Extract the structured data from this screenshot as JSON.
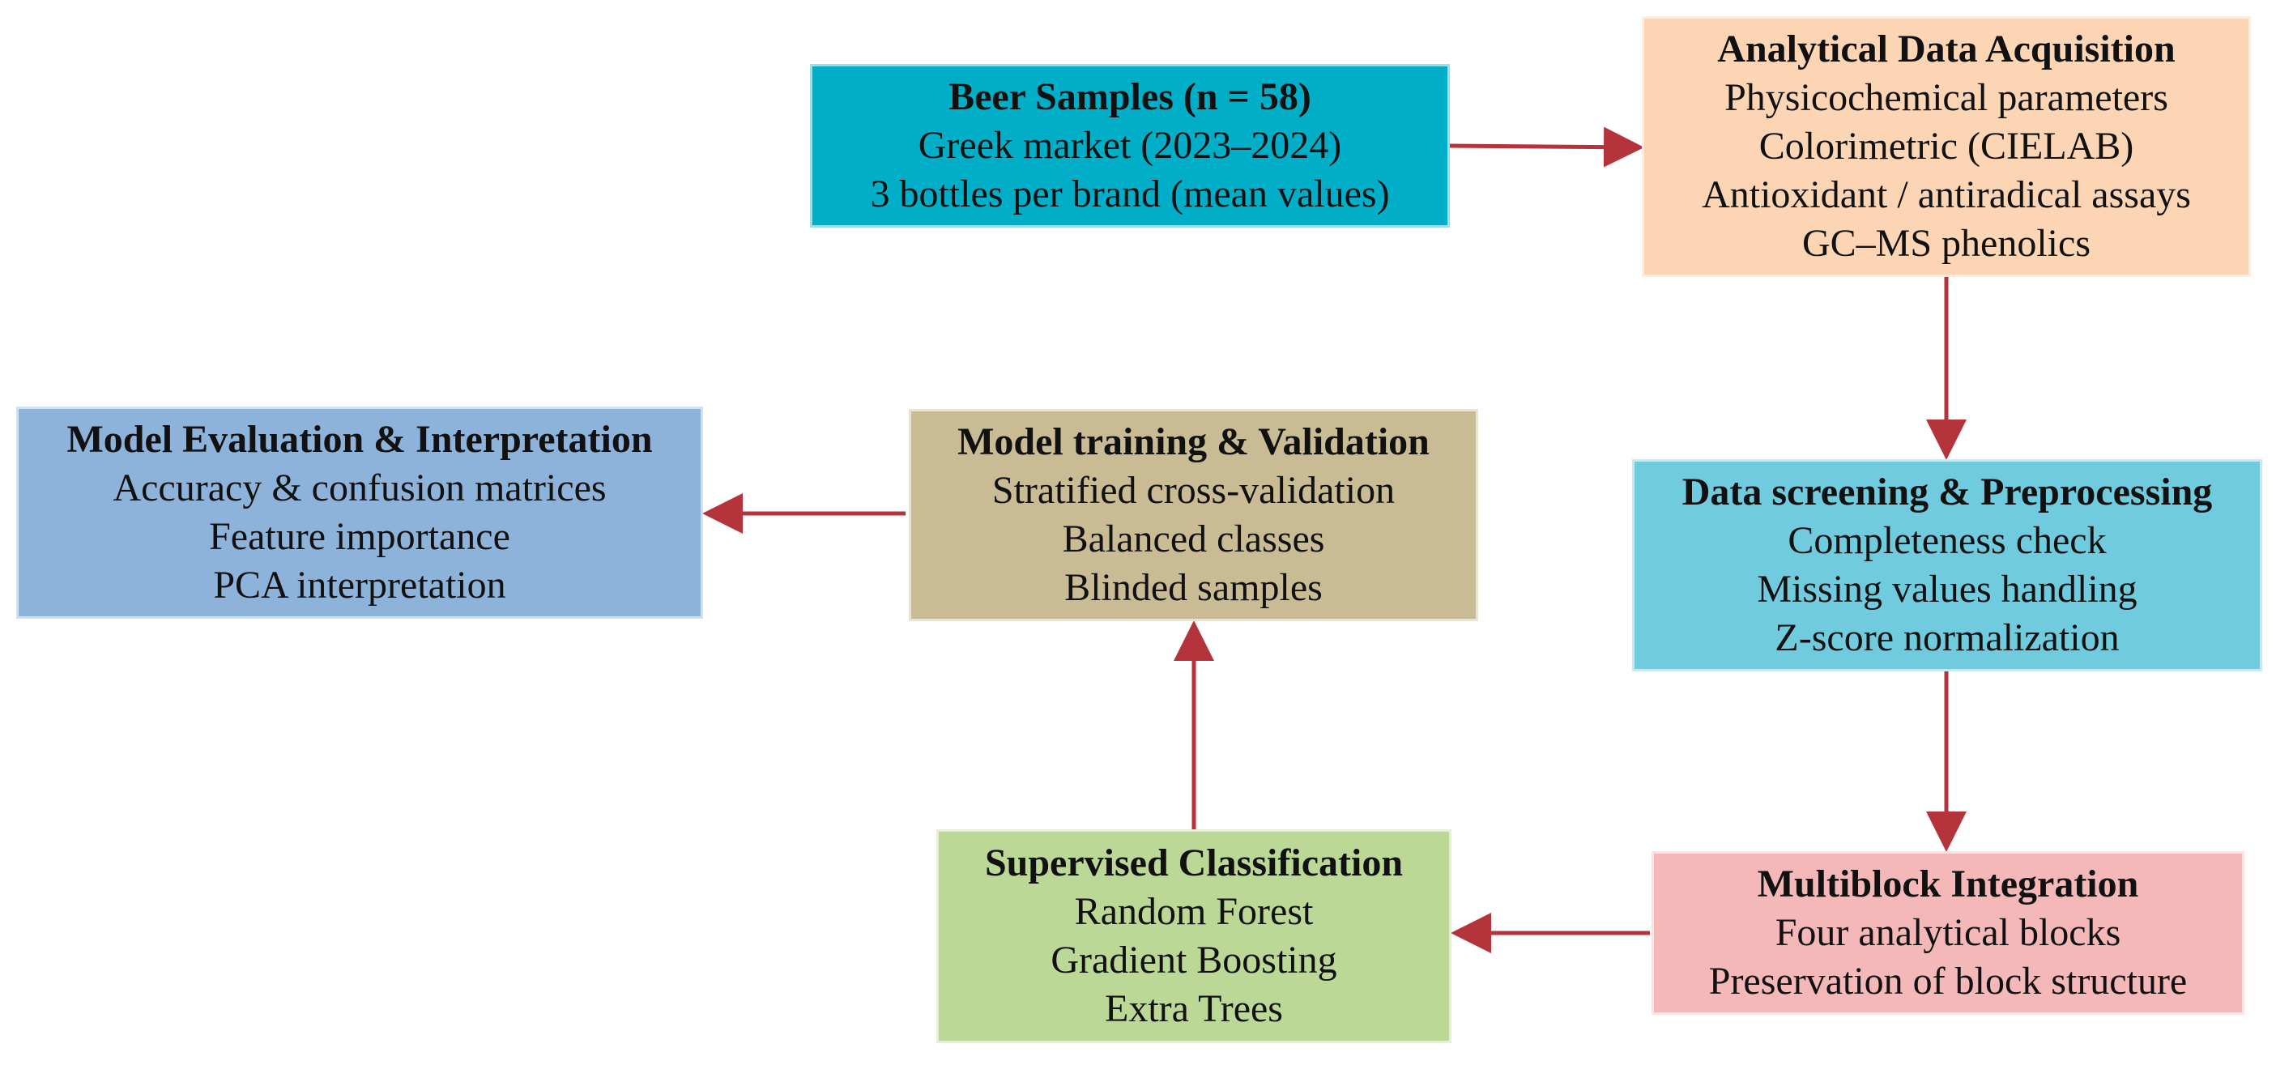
{
  "colors": {
    "arrow": "#b5333a",
    "beer": "#00aec8",
    "acquisition": "#fcd5b4",
    "screening": "#6fcbdd",
    "multiblock": "#f4b8b9",
    "supervised": "#bcd897",
    "training": "#c9bc95",
    "evaluation": "#8db3db"
  },
  "boxes": {
    "beer_samples": {
      "title": "Beer Samples (n = 58)",
      "lines": [
        "Greek market (2023–2024)",
        "3 bottles per brand (mean values)"
      ]
    },
    "analytical_acquisition": {
      "title": "Analytical Data Acquisition",
      "lines": [
        "Physicochemical parameters",
        "Colorimetric (CIELAB)",
        "Antioxidant / antiradical assays",
        "GC–MS phenolics"
      ]
    },
    "data_screening": {
      "title": "Data screening & Preprocessing",
      "lines": [
        "Completeness check",
        "Missing values handling",
        "Z-score normalization"
      ]
    },
    "multiblock_integration": {
      "title": "Multiblock Integration",
      "lines": [
        "Four analytical blocks",
        "Preservation of block structure"
      ]
    },
    "supervised_classification": {
      "title": "Supervised Classification",
      "lines": [
        "Random Forest",
        "Gradient Boosting",
        "Extra Trees"
      ]
    },
    "model_training": {
      "title": "Model training & Validation",
      "lines": [
        "Stratified cross-validation",
        "Balanced classes",
        "Blinded samples"
      ]
    },
    "model_evaluation": {
      "title": "Model Evaluation & Interpretation",
      "lines": [
        "Accuracy & confusion matrices",
        "Feature importance",
        "PCA interpretation"
      ]
    }
  }
}
